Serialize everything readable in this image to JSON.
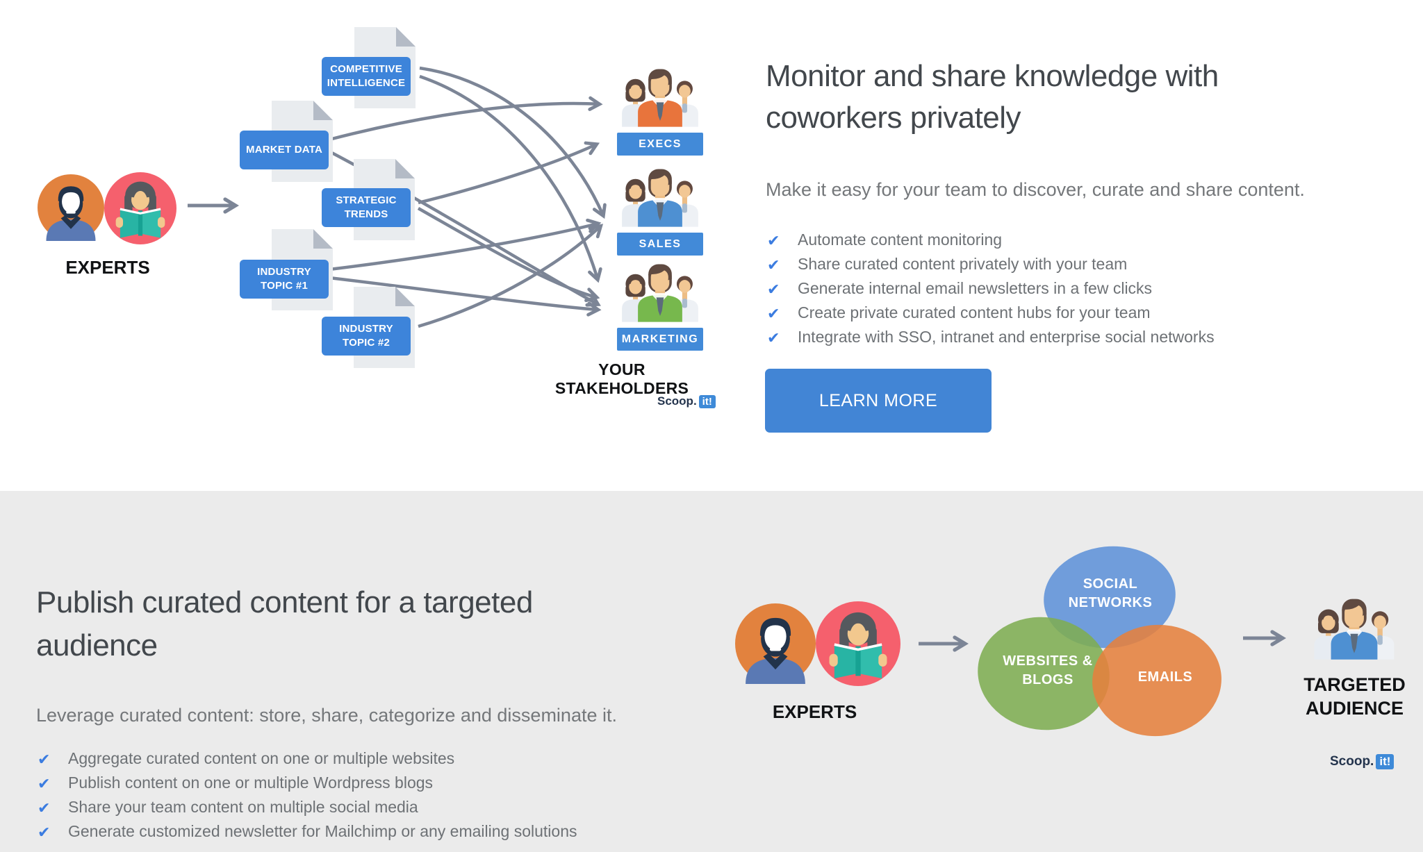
{
  "colors": {
    "accent_blue": "#4285d5",
    "check_blue": "#3b7ce0",
    "tag_blue": "#3d84da",
    "stakeholder_bar_blue": "#428ad8",
    "section2_bg": "#ebebeb",
    "heading_text": "#42474c",
    "body_text": "#74777a",
    "arrow_gray": "#7c8596",
    "venn_blue": "#5e92d8",
    "venn_green": "#7ead52",
    "venn_orange": "#e5813e",
    "expert_orange": "#e2823e",
    "expert_pink": "#f5606d",
    "logo_badge_blue": "#3e8ad8"
  },
  "top": {
    "heading": "Monitor and share knowledge with coworkers privately",
    "subheading": "Make it easy for your team to discover, curate and share content.",
    "bullets": [
      "Automate content monitoring",
      "Share curated content privately with your team",
      "Generate internal email newsletters in a few clicks",
      "Create private curated content hubs for your team",
      "Integrate with SSO, intranet and enterprise social networks"
    ],
    "cta_label": "LEARN MORE",
    "diagram": {
      "experts_label": "EXPERTS",
      "documents": [
        "COMPETITIVE INTELLIGENCE",
        "MARKET DATA",
        "STRATEGIC TRENDS",
        "INDUSTRY TOPIC #1",
        "INDUSTRY TOPIC #2"
      ],
      "stakeholders": [
        {
          "label": "EXECS",
          "shirt_color": "#e8743c"
        },
        {
          "label": "SALES",
          "shirt_color": "#4e90d2"
        },
        {
          "label": "MARKETING",
          "shirt_color": "#77b84d"
        }
      ],
      "stakeholders_caption": "YOUR STAKEHOLDERS",
      "logo": {
        "text": "Scoop.",
        "badge": "it!"
      }
    }
  },
  "bottom": {
    "heading": "Publish curated content for a targeted audience",
    "subheading": "Leverage curated content: store, share, categorize and disseminate it.",
    "bullets": [
      "Aggregate curated content on one or multiple websites",
      "Publish content on one or multiple Wordpress blogs",
      "Share your team content on multiple social media",
      "Generate customized newsletter for Mailchimp or any emailing solutions"
    ],
    "diagram": {
      "experts_label": "EXPERTS",
      "venn": [
        {
          "label": "SOCIAL NETWORKS",
          "color": "#5e92d8"
        },
        {
          "label": "WEBSITES & BLOGS",
          "color": "#7ead52"
        },
        {
          "label": "EMAILS",
          "color": "#e5813e"
        }
      ],
      "audience_label": "TARGETED AUDIENCE",
      "logo": {
        "text": "Scoop.",
        "badge": "it!"
      }
    }
  }
}
